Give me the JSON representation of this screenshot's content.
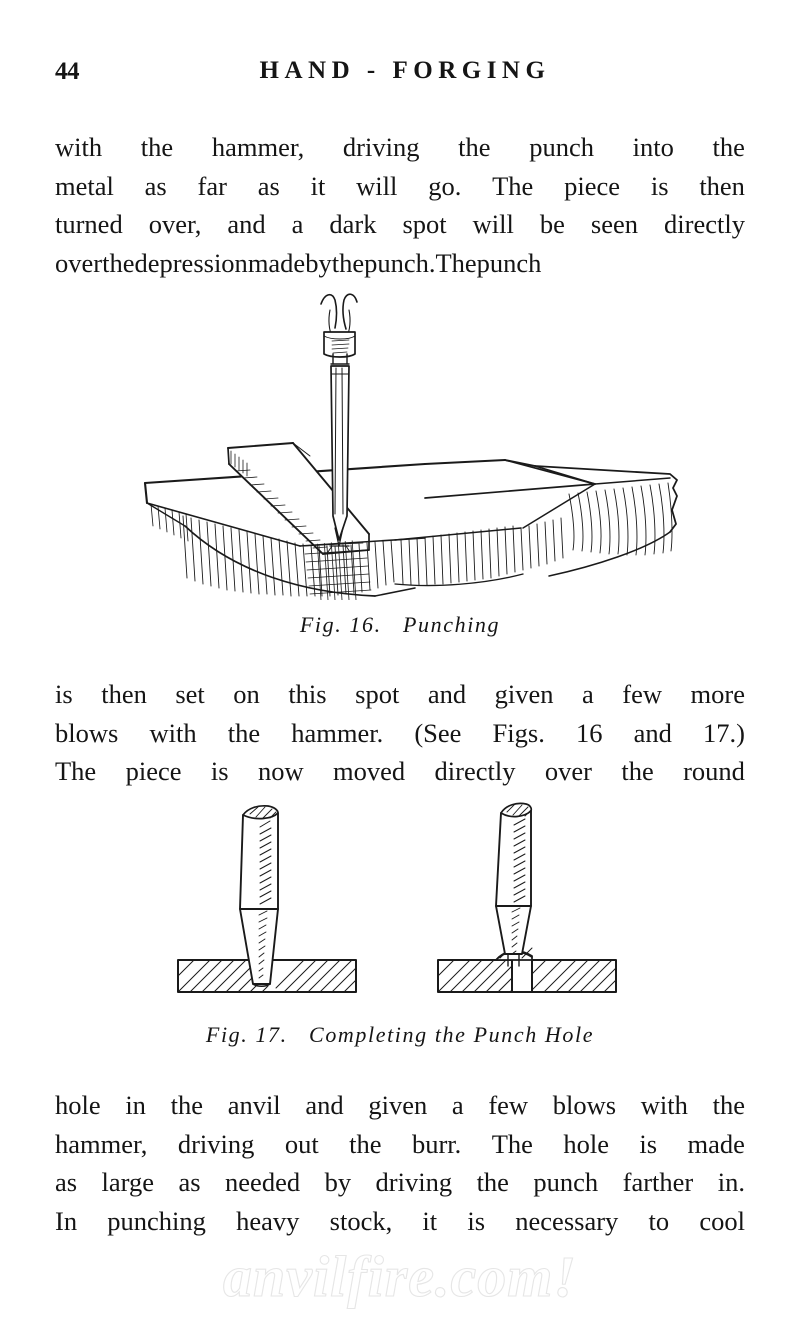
{
  "page": {
    "folio": "44",
    "running_head": "HAND - FORGING",
    "background_color": "#ffffff",
    "ink_color": "#151515"
  },
  "paragraphs": {
    "p1": {
      "text": "with the hammer, driving the punch into the metal as far as it will go.  The piece is then turned over, and a dark spot will be seen directly over the depression made by the punch.  The punch",
      "lines": [
        "with  the  hammer,  driving  the  punch  into  the",
        "metal  as  far  as  it  will  go.    The  piece  is  then",
        "turned over, and a dark spot will be seen directly",
        "over the depression made by the punch.  The punch"
      ]
    },
    "p2": {
      "text": "is then set on this spot and given a few more blows with the hammer.  (See Figs. 16 and 17.)  The piece is now moved directly over the round",
      "lines": [
        "is  then  set  on  this  spot  and  given  a  few  more",
        "blows  with  the  hammer.    (See  Figs.  16  and  17.)",
        "The  piece  is  now  moved  directly  over  the  round"
      ]
    },
    "p3": {
      "text": "hole in the anvil and given a few blows with the hammer, driving out the burr.  The hole is made as large as needed by driving the punch farther in.  In punching heavy stock, it is necessary to cool",
      "lines": [
        "hole  in  the  anvil  and  given  a  few  blows  with  the",
        "hammer,  driving  out  the  burr.    The  hole  is  made",
        "as large as needed by driving the punch farther in.",
        "In  punching  heavy  stock,  it  is  necessary  to  cool"
      ]
    }
  },
  "figures": [
    {
      "id": "fig16",
      "number": "Fig. 16.",
      "title": "Punching",
      "caption": "Fig. 16.   Punching",
      "description": "Perspective line engraving of a hand punch being driven through a flat bar resting on the face of an anvil."
    },
    {
      "id": "fig17",
      "number": "Fig. 17.",
      "title": "Completing the Punch Hole",
      "caption": "Fig. 17.   Completing the Punch Hole",
      "description": "Two cross-sectional line drawings: at left the punch is partly driven into the hatched stock; at right the punch has been driven through, leaving a hole and a raised burr."
    }
  ],
  "watermark": {
    "text": "anvilfire.com!",
    "color": "#e6e6e6"
  }
}
